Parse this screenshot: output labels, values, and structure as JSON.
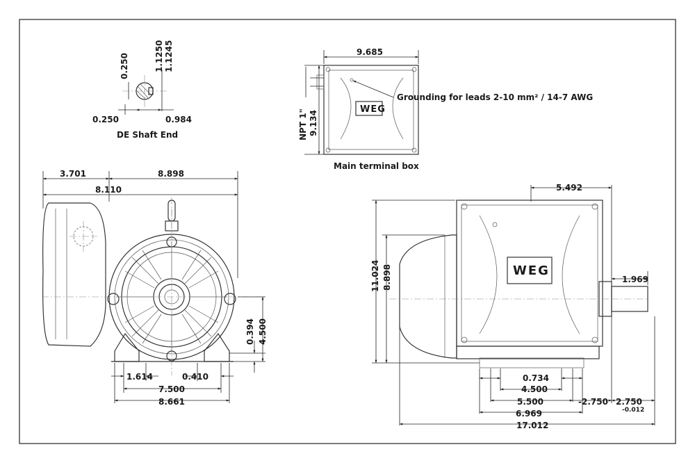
{
  "shaft": {
    "title": "DE Shaft End",
    "dims": [
      "0.250",
      "1.1250",
      "1.1245",
      "0.250",
      "0.984"
    ]
  },
  "terminal_box": {
    "title": "Main terminal box",
    "width": "9.685",
    "npt": "NPT 1\"",
    "height": "9.134",
    "grounding_note": "Grounding for leads 2-10 mm² / 14-7 AWG"
  },
  "front_view": {
    "dims": {
      "top_left": "3.701",
      "top_right": "8.898",
      "mid": "8.110",
      "foot_hole": "0.394",
      "shaft_height": "4.500",
      "foot_a": "1.614",
      "foot_b": "0.410",
      "base_a": "7.500",
      "base_b": "8.661"
    }
  },
  "side_view": {
    "dims": {
      "box_offset": "5.492",
      "overall_height": "11.024",
      "frame_height": "8.898",
      "shaft_length": "1.969",
      "foot_c": "0.734",
      "foot_d": "4.500",
      "foot_e": "5.500",
      "foot_f": "6.969",
      "shaft_offset": "2.750",
      "shaft_key": "2.750",
      "tolerance": "-0.012",
      "overall_length": "17.012"
    }
  },
  "logo_text": "WEG"
}
